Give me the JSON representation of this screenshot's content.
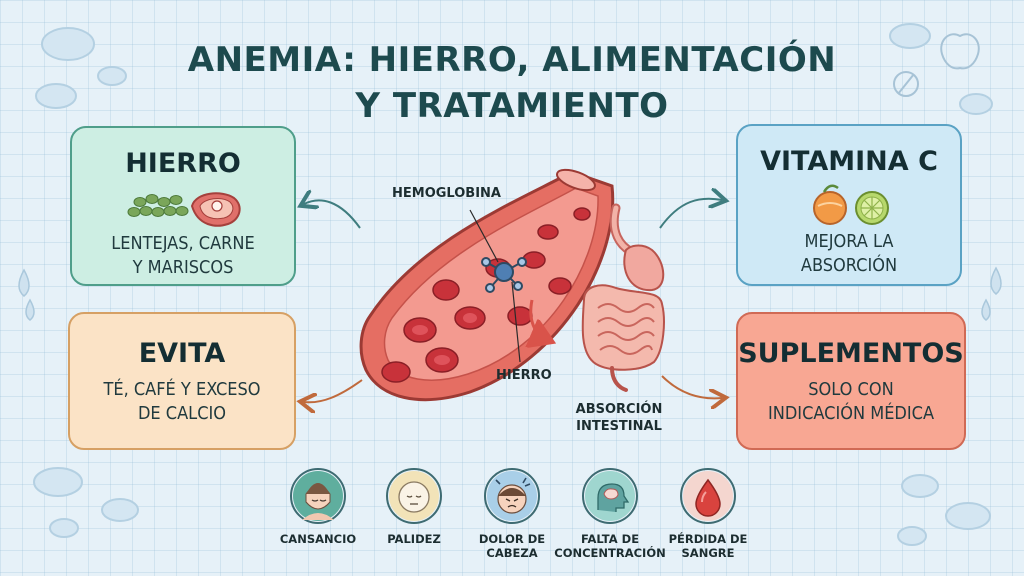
{
  "title_line1": "ANEMIA: HIERRO, ALIMENTACIÓN",
  "title_line2": "Y TRATAMIENTO",
  "cards": {
    "hierro": {
      "title": "HIERRO",
      "line1": "LENTEJAS, CARNE",
      "line2": "Y MARISCOS",
      "icons": [
        "lentils-icon",
        "meat-icon"
      ]
    },
    "vitamina_c": {
      "title": "VITAMINA C",
      "line1": "MEJORA LA",
      "line2": "ABSORCIÓN",
      "icons": [
        "orange-icon",
        "lime-icon"
      ]
    },
    "evita": {
      "title": "EVITA",
      "line1": "TÉ, CAFÉ Y EXCESO",
      "line2": "DE CALCIO"
    },
    "suplementos": {
      "title": "SUPLEMENTOS",
      "line1": "SOLO CON",
      "line2": "INDICACIÓN MÉDICA"
    }
  },
  "center": {
    "hemoglobina": "HEMOGLOBINA",
    "hierro": "HIERRO",
    "absorcion_line1": "ABSORCIÓN",
    "absorcion_line2": "INTESTINAL"
  },
  "symptoms": [
    {
      "line1": "CANSANCIO",
      "line2": "",
      "icon": "tired-face-icon",
      "color": "#5fae9e"
    },
    {
      "line1": "PALIDEZ",
      "line2": "",
      "icon": "pale-face-icon",
      "color": "#f2e3b8"
    },
    {
      "line1": "DOLOR DE",
      "line2": "CABEZA",
      "icon": "headache-icon",
      "color": "#a9cfe8"
    },
    {
      "line1": "FALTA DE",
      "line2": "CONCENTRACIÓN",
      "icon": "brain-head-icon",
      "color": "#9fd6cf"
    },
    {
      "line1": "PÉRDIDA DE",
      "line2": "SANGRE",
      "icon": "blood-drop-icon",
      "color": "#e07f72"
    }
  ],
  "colors": {
    "title": "#1d4a4e",
    "hierro_card": "#cdeee3",
    "vitamina_c_card": "#cfe9f6",
    "evita_card": "#fbe3c6",
    "suplementos_card": "#f8a793",
    "vessel": "#e0685e",
    "red_cell": "#c8323a"
  }
}
